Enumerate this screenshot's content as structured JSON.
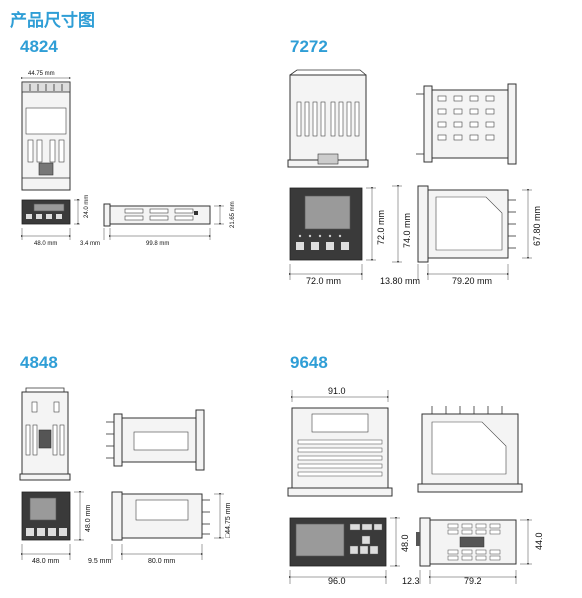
{
  "title": "产品尺寸图",
  "models": {
    "m4824": {
      "name": "4824",
      "dims": {
        "top_width": "44.75 mm",
        "front_height": "24.0 mm",
        "panel_height": "21.65 mm",
        "front_width": "48.0 mm",
        "bezel_depth": "3.4 mm",
        "body_depth": "99.8 mm"
      }
    },
    "m7272": {
      "name": "7272",
      "dims": {
        "front_height": "72.0 mm",
        "body_height": "74.0 mm",
        "panel_height": "67.80 mm",
        "front_width": "72.0 mm",
        "bezel_depth": "13.80 mm",
        "body_depth": "79.20 mm"
      }
    },
    "m4848": {
      "name": "4848",
      "dims": {
        "front_height": "48.0 mm",
        "panel_size": "□44.75 mm",
        "front_width": "48.0 mm",
        "bezel_depth": "9.5 mm",
        "body_depth": "80.0 mm"
      }
    },
    "m9648": {
      "name": "9648",
      "dims": {
        "top_width": "91.0",
        "front_height": "48.0",
        "body_height": "44.0",
        "front_width": "96.0",
        "bezel_depth": "12.3",
        "body_depth": "79.2"
      }
    }
  }
}
